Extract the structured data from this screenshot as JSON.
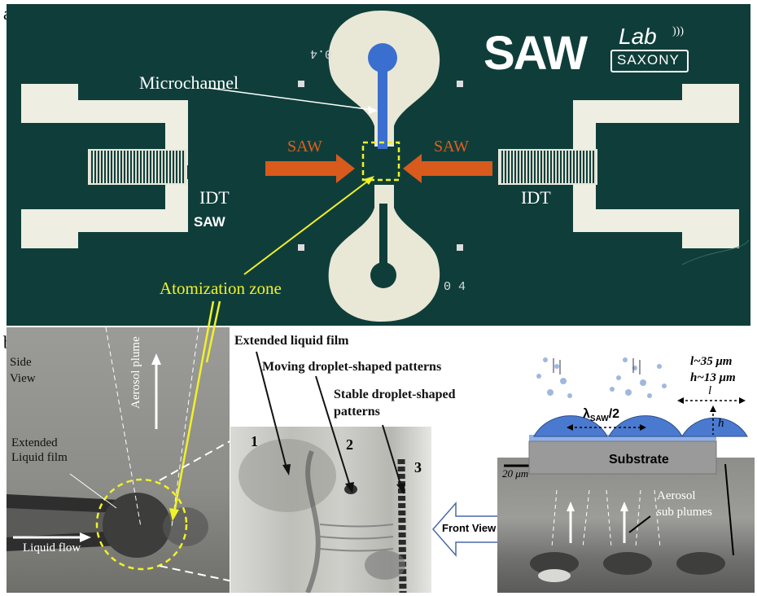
{
  "panel_a": {
    "label": "a)",
    "logo_main": "SAW",
    "logo_lab": "Lab",
    "logo_saxony": "SAXONY",
    "small_logo": "SAW",
    "microchannel": "Microchannel",
    "saw_left": "SAW",
    "saw_right": "SAW",
    "idt_left": "IDT",
    "idt_right": "IDT",
    "atomization_zone": "Atomization zone",
    "mark_top": "0.4",
    "mark_bottom": "0 4"
  },
  "panel_b": {
    "label": "b)",
    "side_view": [
      "Side",
      "View"
    ],
    "extended_liquid_film_side": [
      "Extended",
      "Liquid film"
    ],
    "liquid_flow": "Liquid flow",
    "aerosol_plume": "Aerosol plume",
    "extended_liquid_film": "Extended liquid film",
    "moving_patterns": "Moving droplet-shaped patterns",
    "stable_patterns": [
      "Stable droplet-shaped",
      "patterns"
    ],
    "marker_1": "1",
    "marker_2": "2",
    "marker_3": "3",
    "front_view": "Front View",
    "l_value": "l~35 μm",
    "h_value": "h~13 μm",
    "l_symbol": "l",
    "h_symbol": "h",
    "lambda_label": "λ",
    "lambda_sub": "SAW",
    "lambda_suffix": "/2",
    "substrate": "Substrate",
    "scale_bar": "20 μm",
    "aerosol_sub_plumes": [
      "Aerosol",
      "sub plumes"
    ]
  },
  "colors": {
    "pcb": "#0f3e3a",
    "metal": "#eeeee2",
    "saw_arrow": "#d85a1c",
    "highlight_yellow": "#f1f128",
    "channel_blue": "#3a6fd0",
    "droplet_blue": "#4a7ad0",
    "substrate_gray": "#9a9a9a"
  }
}
